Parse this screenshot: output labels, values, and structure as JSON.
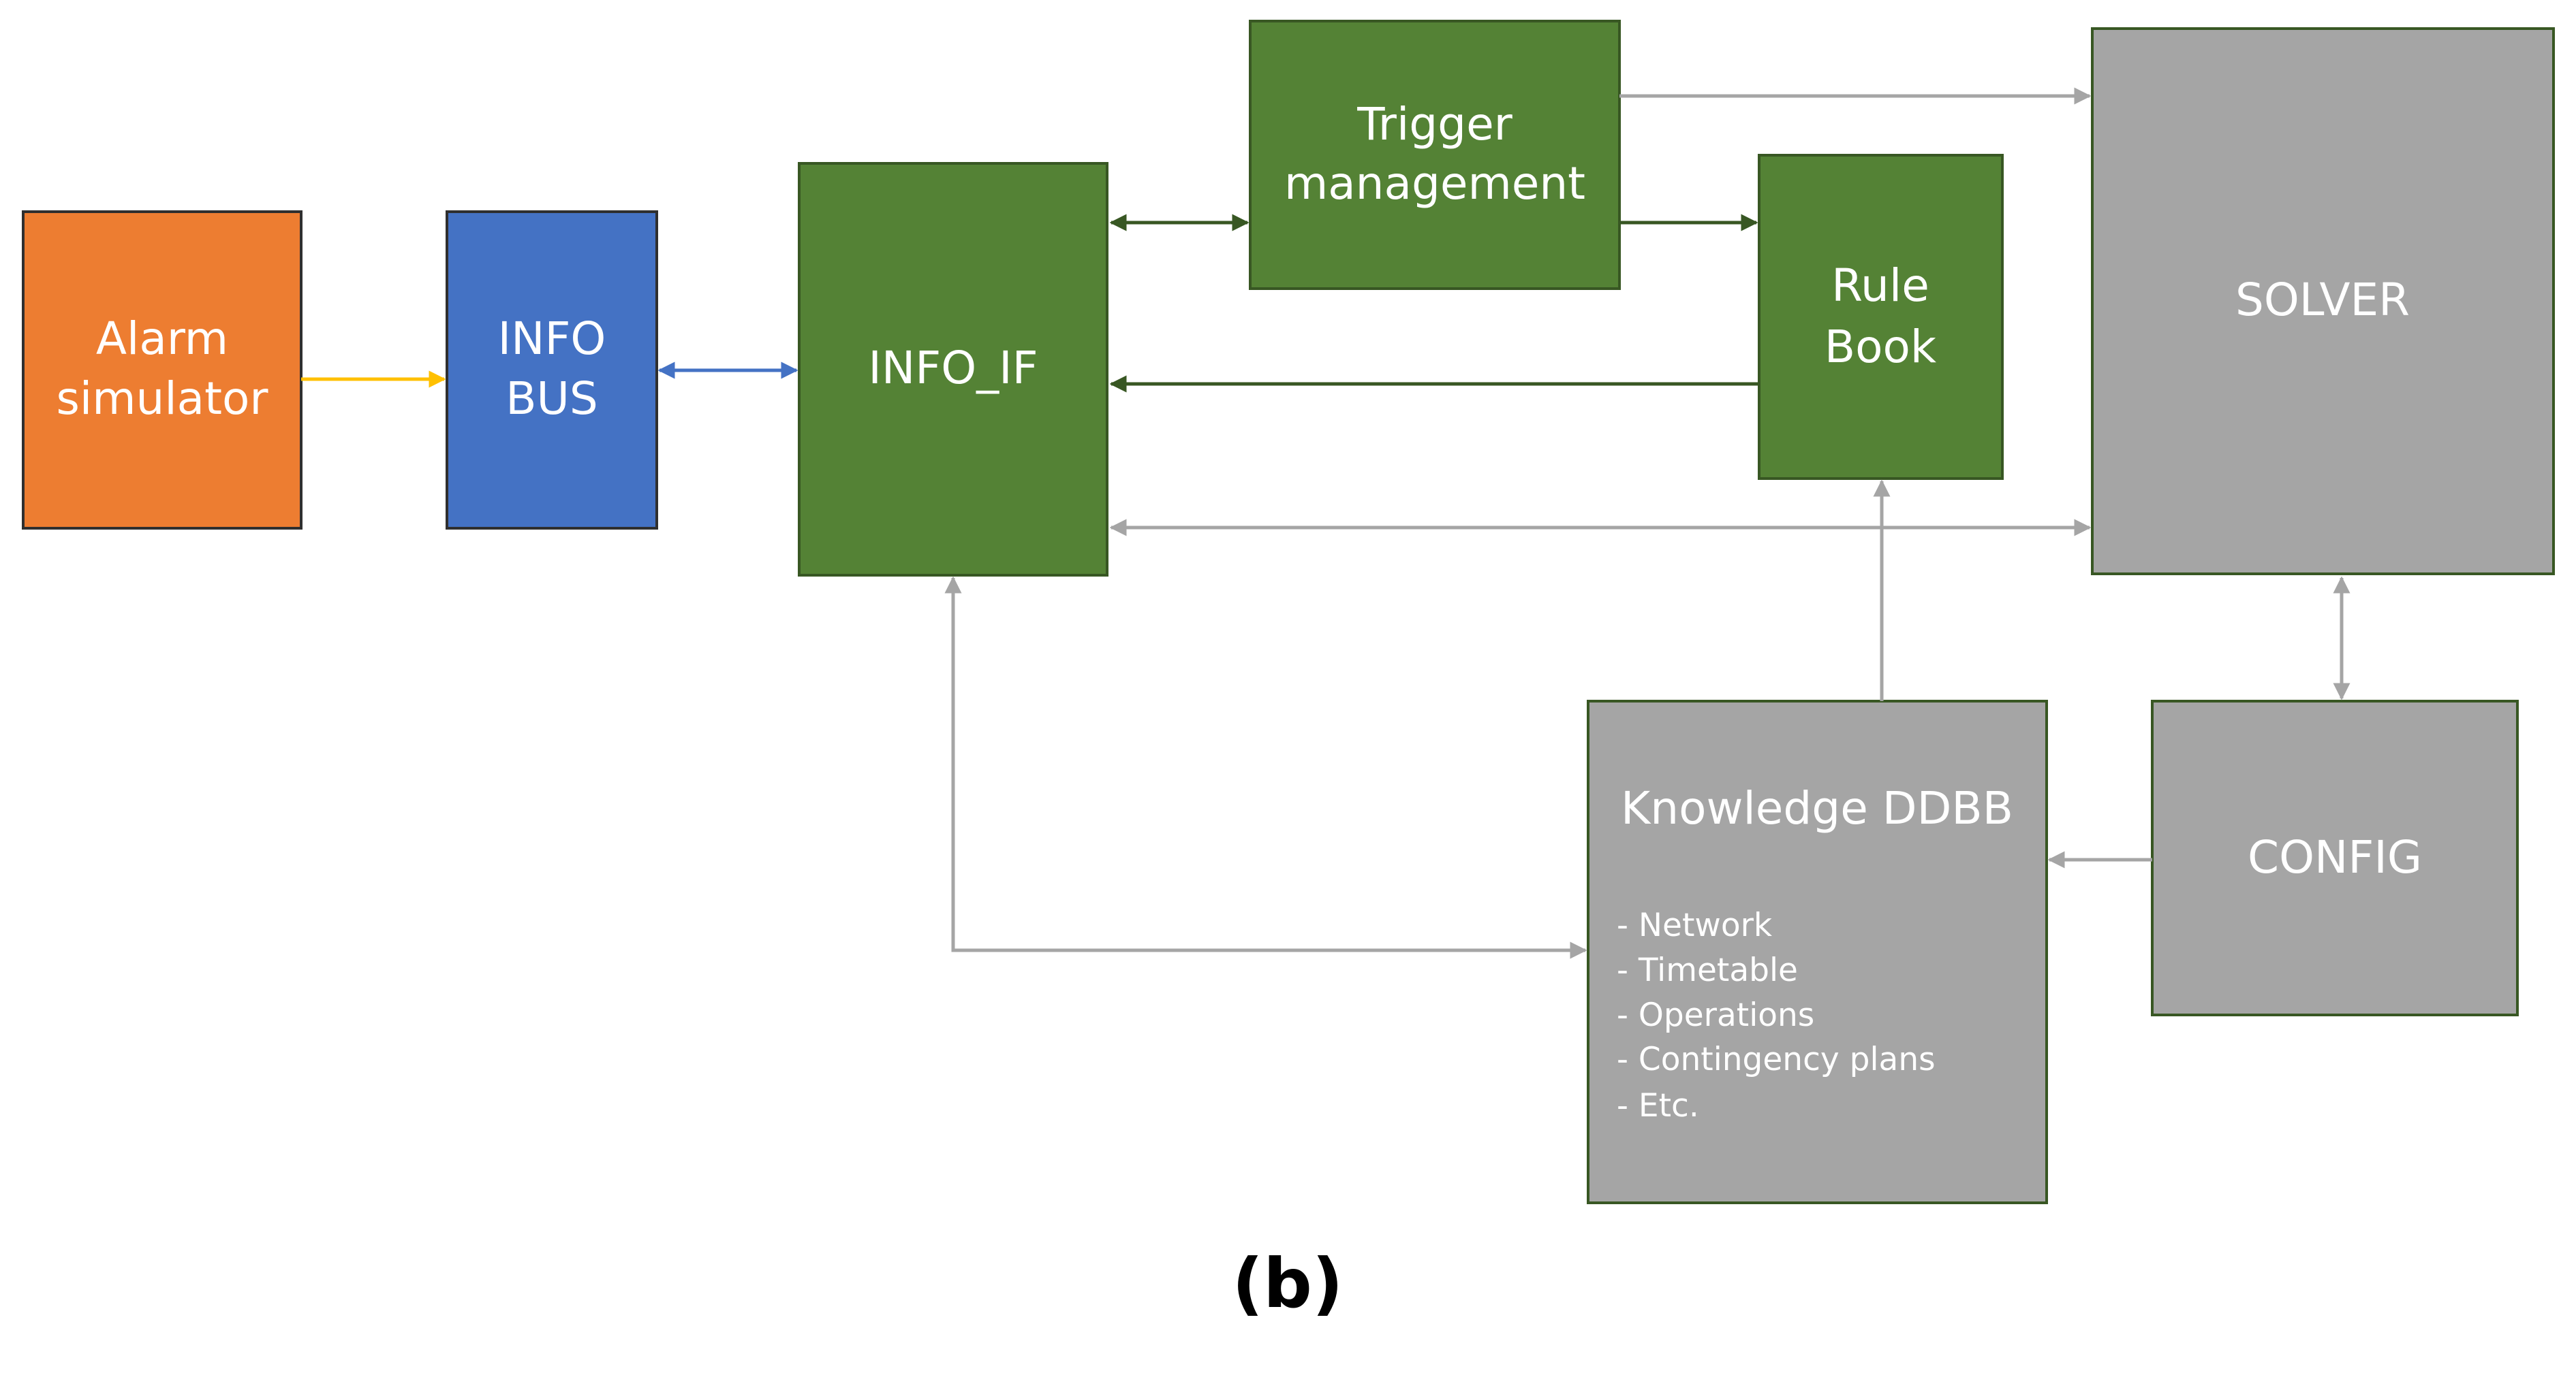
{
  "colors": {
    "orange": "#ED7D31",
    "blue": "#4472C4",
    "green": "#548235",
    "dark_green_border": "#385723",
    "gray": "#A5A5A5",
    "yellow_arrow": "#FFC000",
    "gray_arrow": "#A5A5A5",
    "green_arrow": "#385723",
    "blue_arrow": "#4472C4"
  },
  "nodes": {
    "alarm_simulator": {
      "line1": "Alarm",
      "line2": "simulator"
    },
    "info_bus": {
      "line1": "INFO",
      "line2": "BUS"
    },
    "info_if": {
      "label": "INFO_IF"
    },
    "trigger_management": {
      "line1": "Trigger",
      "line2": "management"
    },
    "rule_book": {
      "line1": "Rule",
      "line2": "Book"
    },
    "solver": {
      "label": "SOLVER"
    },
    "config": {
      "label": "CONFIG"
    },
    "knowledge_ddbb": {
      "title": "Knowledge DDBB",
      "items": [
        "- Network",
        "- Timetable",
        "- Operations",
        "- Contingency plans",
        "- Etc."
      ]
    }
  },
  "caption": "(b)"
}
